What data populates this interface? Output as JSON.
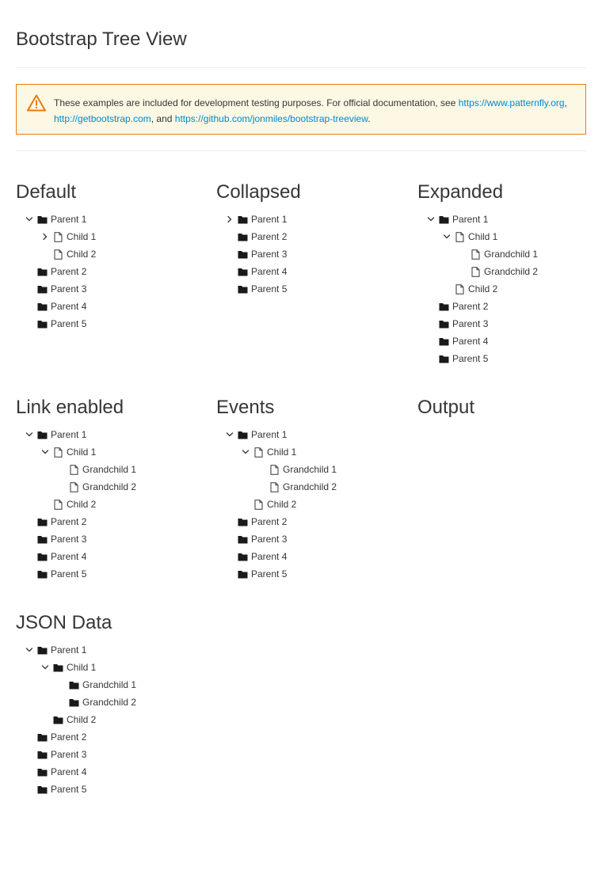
{
  "page": {
    "title": "Bootstrap Tree View",
    "alert": {
      "text_before": "These examples are included for development testing purposes. For official documentation, see ",
      "link1": "https://www.patternfly.org",
      "sep1": ", ",
      "link2": "http://getbootstrap.com",
      "sep2": ", and ",
      "link3": "https://github.com/jonmiles/bootstrap-treeview",
      "text_after": "."
    }
  },
  "colors": {
    "accent": "#0088ce",
    "warning": "#ec7a08",
    "alert_bg": "#fcf8e3",
    "text": "#363636"
  },
  "sections": [
    {
      "id": "default",
      "title": "Default",
      "nodes": [
        {
          "label": "Parent 1",
          "depth": 0,
          "icon": "folder-icon",
          "caret": "down"
        },
        {
          "label": "Child 1",
          "depth": 1,
          "icon": "file-icon",
          "caret": "right"
        },
        {
          "label": "Child 2",
          "depth": 1,
          "icon": "file-icon",
          "caret": "none"
        },
        {
          "label": "Parent 2",
          "depth": 0,
          "icon": "folder-icon",
          "caret": "none"
        },
        {
          "label": "Parent 3",
          "depth": 0,
          "icon": "folder-icon",
          "caret": "none"
        },
        {
          "label": "Parent 4",
          "depth": 0,
          "icon": "folder-icon",
          "caret": "none"
        },
        {
          "label": "Parent 5",
          "depth": 0,
          "icon": "folder-icon",
          "caret": "none"
        }
      ]
    },
    {
      "id": "collapsed",
      "title": "Collapsed",
      "nodes": [
        {
          "label": "Parent 1",
          "depth": 0,
          "icon": "folder-icon",
          "caret": "right"
        },
        {
          "label": "Parent 2",
          "depth": 0,
          "icon": "folder-icon",
          "caret": "none"
        },
        {
          "label": "Parent 3",
          "depth": 0,
          "icon": "folder-icon",
          "caret": "none"
        },
        {
          "label": "Parent 4",
          "depth": 0,
          "icon": "folder-icon",
          "caret": "none"
        },
        {
          "label": "Parent 5",
          "depth": 0,
          "icon": "folder-icon",
          "caret": "none"
        }
      ]
    },
    {
      "id": "expanded",
      "title": "Expanded",
      "nodes": [
        {
          "label": "Parent 1",
          "depth": 0,
          "icon": "folder-icon",
          "caret": "down"
        },
        {
          "label": "Child 1",
          "depth": 1,
          "icon": "file-icon",
          "caret": "down"
        },
        {
          "label": "Grandchild 1",
          "depth": 2,
          "icon": "file-icon",
          "caret": "none"
        },
        {
          "label": "Grandchild 2",
          "depth": 2,
          "icon": "file-icon",
          "caret": "none"
        },
        {
          "label": "Child 2",
          "depth": 1,
          "icon": "file-icon",
          "caret": "none"
        },
        {
          "label": "Parent 2",
          "depth": 0,
          "icon": "folder-icon",
          "caret": "none"
        },
        {
          "label": "Parent 3",
          "depth": 0,
          "icon": "folder-icon",
          "caret": "none"
        },
        {
          "label": "Parent 4",
          "depth": 0,
          "icon": "folder-icon",
          "caret": "none"
        },
        {
          "label": "Parent 5",
          "depth": 0,
          "icon": "folder-icon",
          "caret": "none"
        }
      ]
    },
    {
      "id": "link-enabled",
      "title": "Link enabled",
      "nodes": [
        {
          "label": "Parent 1",
          "depth": 0,
          "icon": "folder-icon",
          "caret": "down"
        },
        {
          "label": "Child 1",
          "depth": 1,
          "icon": "file-icon",
          "caret": "down"
        },
        {
          "label": "Grandchild 1",
          "depth": 2,
          "icon": "file-icon",
          "caret": "none"
        },
        {
          "label": "Grandchild 2",
          "depth": 2,
          "icon": "file-icon",
          "caret": "none"
        },
        {
          "label": "Child 2",
          "depth": 1,
          "icon": "file-icon",
          "caret": "none"
        },
        {
          "label": "Parent 2",
          "depth": 0,
          "icon": "folder-icon",
          "caret": "none"
        },
        {
          "label": "Parent 3",
          "depth": 0,
          "icon": "folder-icon",
          "caret": "none"
        },
        {
          "label": "Parent 4",
          "depth": 0,
          "icon": "folder-icon",
          "caret": "none"
        },
        {
          "label": "Parent 5",
          "depth": 0,
          "icon": "folder-icon",
          "caret": "none"
        }
      ]
    },
    {
      "id": "events",
      "title": "Events",
      "nodes": [
        {
          "label": "Parent 1",
          "depth": 0,
          "icon": "folder-icon",
          "caret": "down"
        },
        {
          "label": "Child 1",
          "depth": 1,
          "icon": "file-icon",
          "caret": "down"
        },
        {
          "label": "Grandchild 1",
          "depth": 2,
          "icon": "file-icon",
          "caret": "none"
        },
        {
          "label": "Grandchild 2",
          "depth": 2,
          "icon": "file-icon",
          "caret": "none"
        },
        {
          "label": "Child 2",
          "depth": 1,
          "icon": "file-icon",
          "caret": "none"
        },
        {
          "label": "Parent 2",
          "depth": 0,
          "icon": "folder-icon",
          "caret": "none"
        },
        {
          "label": "Parent 3",
          "depth": 0,
          "icon": "folder-icon",
          "caret": "none"
        },
        {
          "label": "Parent 4",
          "depth": 0,
          "icon": "folder-icon",
          "caret": "none"
        },
        {
          "label": "Parent 5",
          "depth": 0,
          "icon": "folder-icon",
          "caret": "none"
        }
      ]
    },
    {
      "id": "output",
      "title": "Output",
      "nodes": []
    },
    {
      "id": "json-data",
      "title": "JSON Data",
      "nodes": [
        {
          "label": "Parent 1",
          "depth": 0,
          "icon": "folder-icon",
          "caret": "down"
        },
        {
          "label": "Child 1",
          "depth": 1,
          "icon": "folder-icon",
          "caret": "down"
        },
        {
          "label": "Grandchild 1",
          "depth": 2,
          "icon": "folder-icon",
          "caret": "none"
        },
        {
          "label": "Grandchild 2",
          "depth": 2,
          "icon": "folder-icon",
          "caret": "none"
        },
        {
          "label": "Child 2",
          "depth": 1,
          "icon": "folder-icon",
          "caret": "none"
        },
        {
          "label": "Parent 2",
          "depth": 0,
          "icon": "folder-icon",
          "caret": "none"
        },
        {
          "label": "Parent 3",
          "depth": 0,
          "icon": "folder-icon",
          "caret": "none"
        },
        {
          "label": "Parent 4",
          "depth": 0,
          "icon": "folder-icon",
          "caret": "none"
        },
        {
          "label": "Parent 5",
          "depth": 0,
          "icon": "folder-icon",
          "caret": "none"
        }
      ]
    }
  ]
}
